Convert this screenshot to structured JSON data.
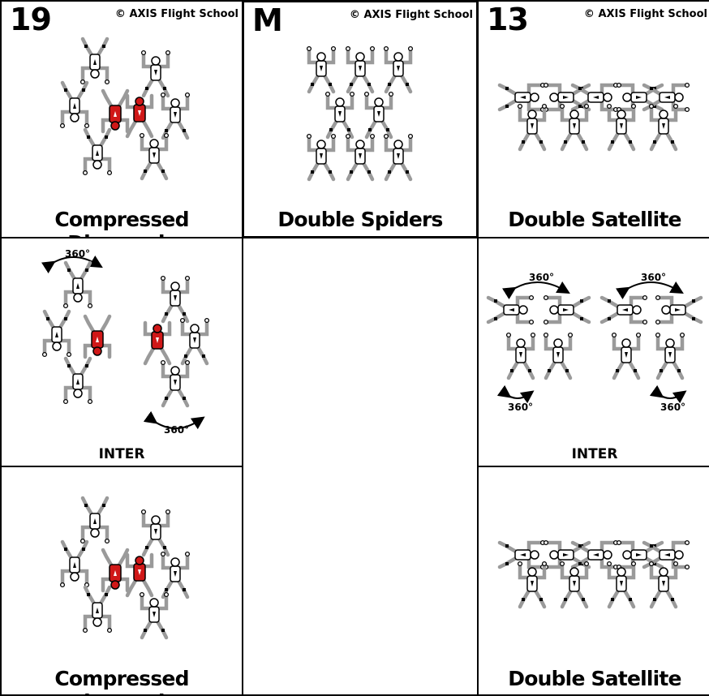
{
  "copyright": "© AXIS Flight School",
  "cards": {
    "c19": {
      "number": "19",
      "title": "Compressed Diamonds"
    },
    "cM": {
      "number": "M",
      "title": "Double Spiders"
    },
    "c13": {
      "number": "13",
      "title": "Double Satellite"
    },
    "inter19": {
      "label": "INTER"
    },
    "inter13": {
      "label": "INTER"
    },
    "c19b": {
      "title": "Compressed Diamonds"
    },
    "c13b": {
      "title": "Double Satellite"
    }
  },
  "rotation": "360°",
  "colors": {
    "highlight": "#d01818",
    "limb": "#9a9a9a",
    "border": "#000000"
  }
}
